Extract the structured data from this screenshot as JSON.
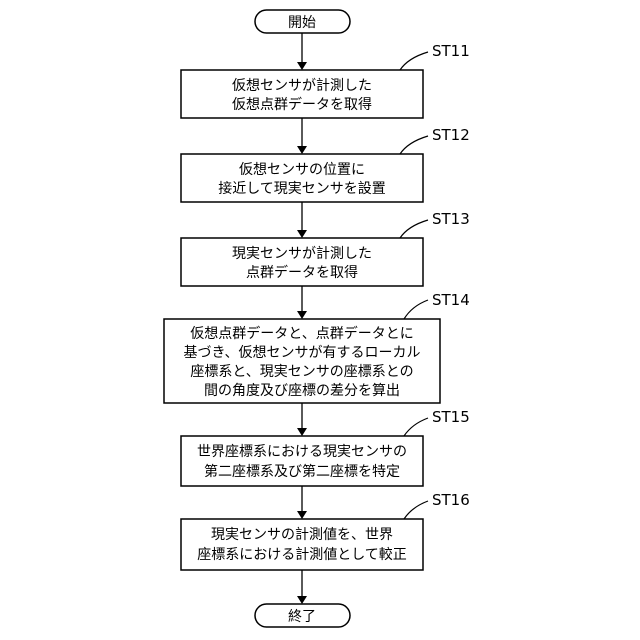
{
  "flowchart": {
    "start": "開始",
    "end": "終了",
    "steps": [
      {
        "id": "ST11",
        "lines": [
          "仮想センサが計測した",
          "仮想点群データを取得"
        ]
      },
      {
        "id": "ST12",
        "lines": [
          "仮想センサの位置に",
          "接近して現実センサを設置"
        ]
      },
      {
        "id": "ST13",
        "lines": [
          "現実センサが計測した",
          "点群データを取得"
        ]
      },
      {
        "id": "ST14",
        "lines": [
          "仮想点群データと、点群データとに",
          "基づき、仮想センサが有するローカル",
          "座標系と、現実センサの座標系との",
          "間の角度及び座標の差分を算出"
        ]
      },
      {
        "id": "ST15",
        "lines": [
          "世界座標系における現実センサの",
          "第二座標系及び第二座標を特定"
        ]
      },
      {
        "id": "ST16",
        "lines": [
          "現実センサの計測値を、世界",
          "座標系における計測値として較正"
        ]
      }
    ]
  }
}
